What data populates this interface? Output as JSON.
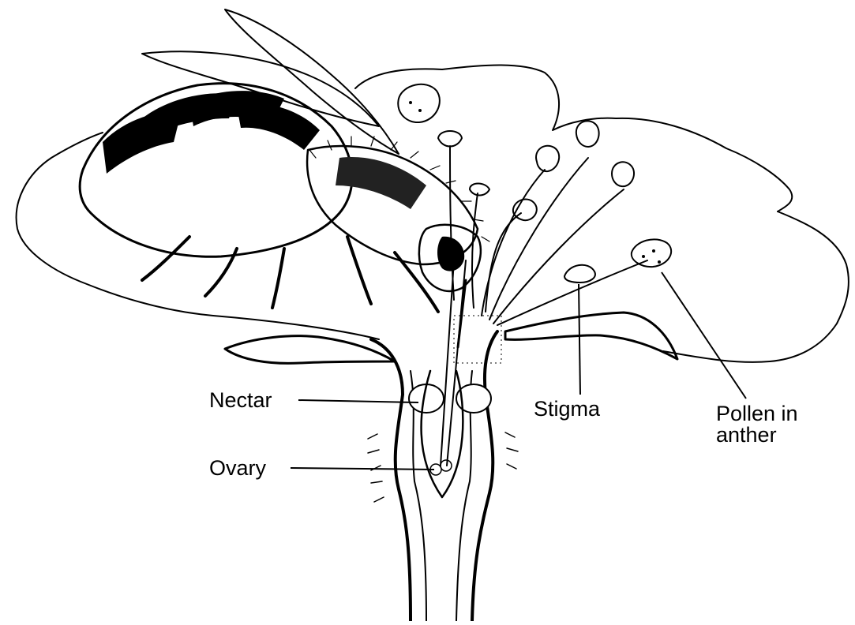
{
  "labels": {
    "nectar": "Nectar",
    "ovary": "Ovary",
    "stigma": "Stigma",
    "pollen_line1": "Pollen in",
    "pollen_line2": "anther"
  }
}
